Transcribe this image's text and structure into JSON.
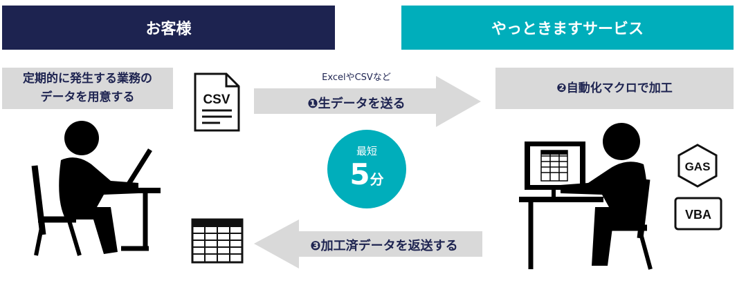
{
  "headers": {
    "customer": "お客様",
    "service": "やっときますサービス"
  },
  "customer_task": {
    "line1": "定期的に発生する業務の",
    "line2": "データを用意する"
  },
  "service_task": "❷自動化マクロで加工",
  "send_arrow": {
    "note": "ExcelやCSVなど",
    "label": "❶生データを送る"
  },
  "return_arrow": {
    "label": "❸加工済データを返送する"
  },
  "badge": {
    "top": "最短",
    "number": "5",
    "unit": "分"
  },
  "icons": {
    "csv": "CSV",
    "gas": "GAS",
    "vba": "VBA"
  },
  "colors": {
    "navy": "#1d2350",
    "teal": "#00aebb",
    "gray": "#d9d9d9"
  }
}
